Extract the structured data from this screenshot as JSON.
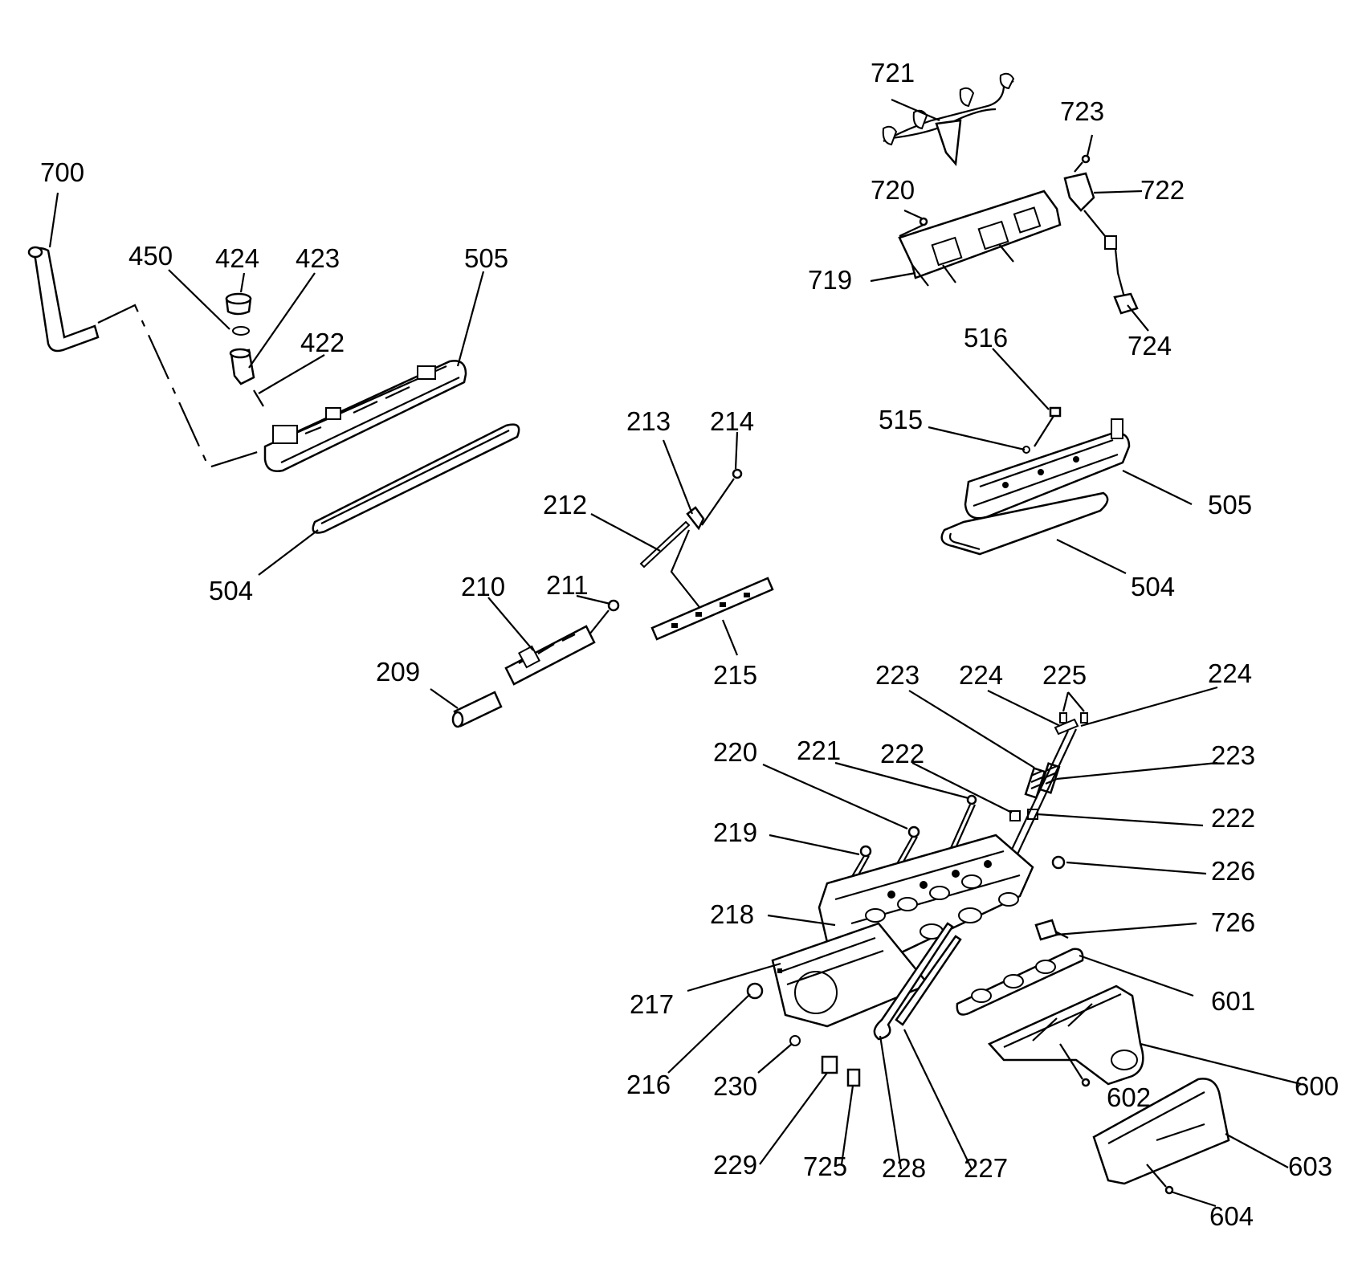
{
  "labels": {
    "l700": "700",
    "l450": "450",
    "l424": "424",
    "l423": "423",
    "l422": "422",
    "l505a": "505",
    "l504a": "504",
    "l213": "213",
    "l214": "214",
    "l212": "212",
    "l210": "210",
    "l211": "211",
    "l209": "209",
    "l215": "215",
    "l721": "721",
    "l723": "723",
    "l720": "720",
    "l722": "722",
    "l719": "719",
    "l724": "724",
    "l516": "516",
    "l515": "515",
    "l505b": "505",
    "l504b": "504",
    "l223a": "223",
    "l224a": "224",
    "l225": "225",
    "l224b": "224",
    "l223b": "223",
    "l220": "220",
    "l221": "221",
    "l222a": "222",
    "l222b": "222",
    "l219": "219",
    "l226": "226",
    "l218": "218",
    "l726": "726",
    "l601": "601",
    "l217": "217",
    "l216": "216",
    "l230": "230",
    "l600": "600",
    "l602": "602",
    "l229": "229",
    "l725": "725",
    "l228": "228",
    "l227": "227",
    "l603": "603",
    "l604": "604"
  }
}
